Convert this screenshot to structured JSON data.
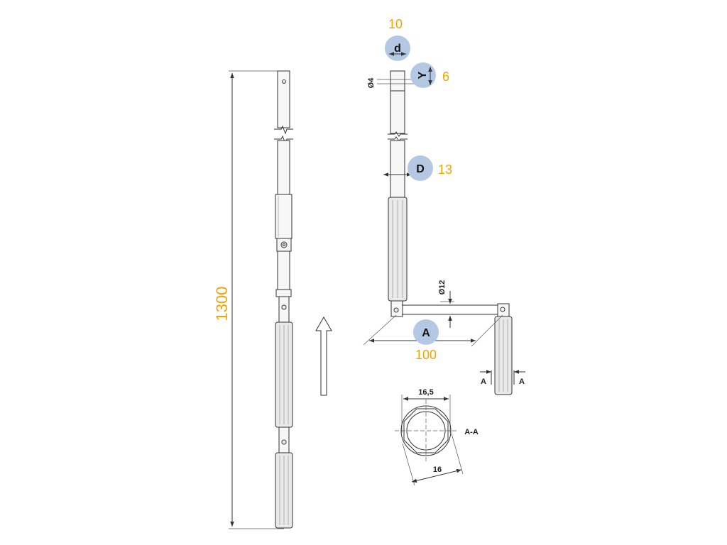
{
  "dimensions": {
    "total_length": "1300",
    "A": {
      "letter": "A",
      "value": "100"
    },
    "d": {
      "letter": "d",
      "value": "10"
    },
    "Y": {
      "letter": "Y",
      "value": "6"
    },
    "D": {
      "letter": "D",
      "value": "13"
    },
    "hole_diameter": "Ø4",
    "pin_diameter": "Ø12"
  },
  "section": {
    "label": "A-A",
    "cut_marker": "A",
    "outer_width": "16,5",
    "inner_width": "16"
  },
  "colors": {
    "value_text": "#f5a300",
    "badge_fill": "#b4c8e4",
    "line": "#333333"
  },
  "icons": [
    "assembly-direction-arrow-icon"
  ]
}
